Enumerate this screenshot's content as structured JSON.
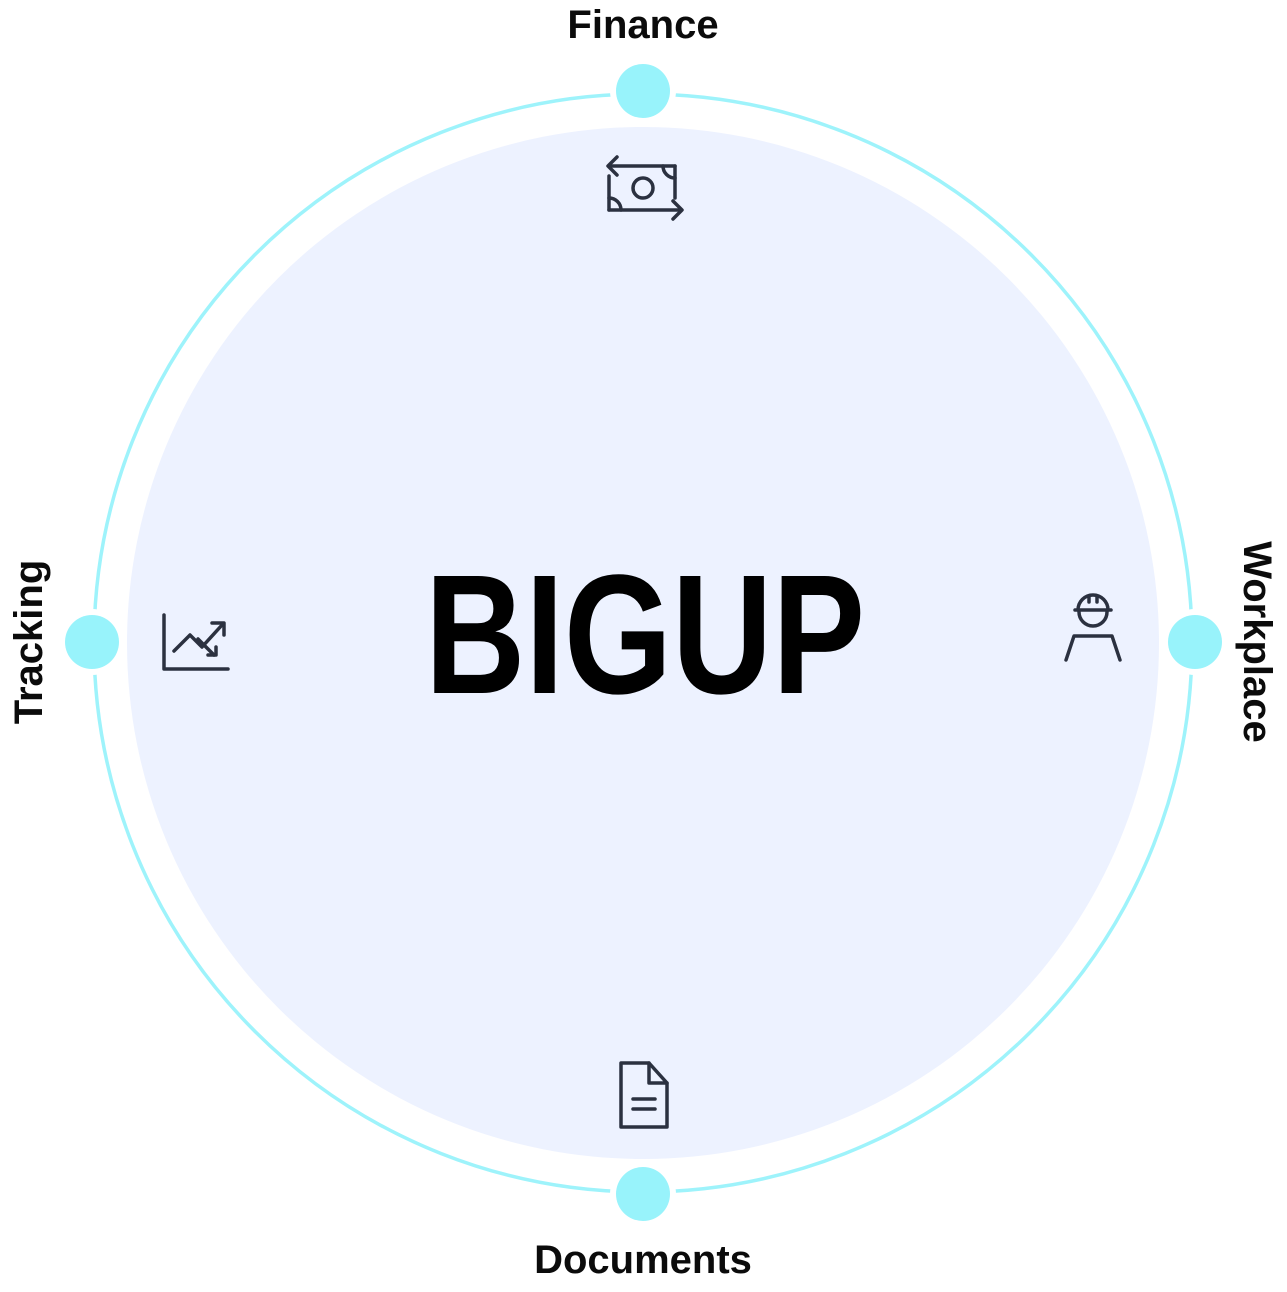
{
  "diagram": {
    "center_label": "BIGUP",
    "nodes": [
      {
        "id": "finance",
        "label": "Finance",
        "icon": "money-exchange-icon"
      },
      {
        "id": "workplace",
        "label": "Workplace",
        "icon": "worker-hardhat-icon"
      },
      {
        "id": "documents",
        "label": "Documents",
        "icon": "document-icon"
      },
      {
        "id": "tracking",
        "label": "Tracking",
        "icon": "trend-chart-icon"
      }
    ]
  },
  "colors": {
    "ring": "#9ef3fb",
    "node_dot": "#98f3fb",
    "inner_fill": "#edf2ff",
    "icon": "#2b3140",
    "text": "#0b0b0b"
  }
}
